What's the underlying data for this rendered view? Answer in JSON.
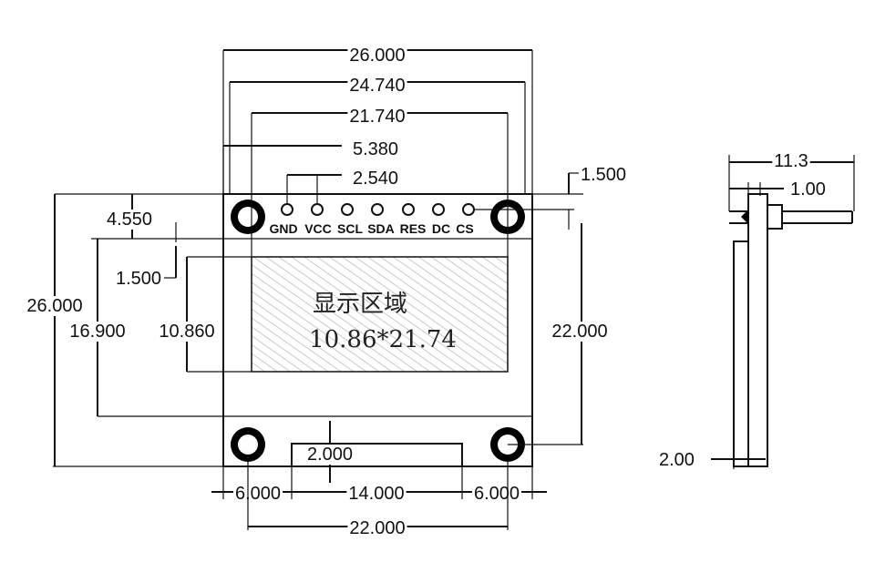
{
  "front_view": {
    "pins": [
      "GND",
      "VCC",
      "SCL",
      "SDA",
      "RES",
      "DC",
      "CS"
    ],
    "display_area": {
      "title": "显示区域",
      "size": "10.86*21.74"
    },
    "dimensions": {
      "total_width": "26.000",
      "hole_span_outer": "24.740",
      "display_width": "21.740",
      "pin_span": "5.380",
      "pin_pitch": "2.540",
      "pin_offset": "1.500",
      "top_offset": "4.550",
      "left_offset": "1.500",
      "total_height": "26.000",
      "area_height_outer": "16.900",
      "display_height": "10.860",
      "hole_vertical_span": "22.000",
      "tab_height": "2.000",
      "bottom_left": "6.000",
      "bottom_center": "14.000",
      "bottom_right": "6.000",
      "hole_horizontal_span": "22.000"
    }
  },
  "side_view": {
    "dimensions": {
      "total_depth": "11.3",
      "pin_thickness": "1.00",
      "board_thickness": "2.00"
    }
  }
}
